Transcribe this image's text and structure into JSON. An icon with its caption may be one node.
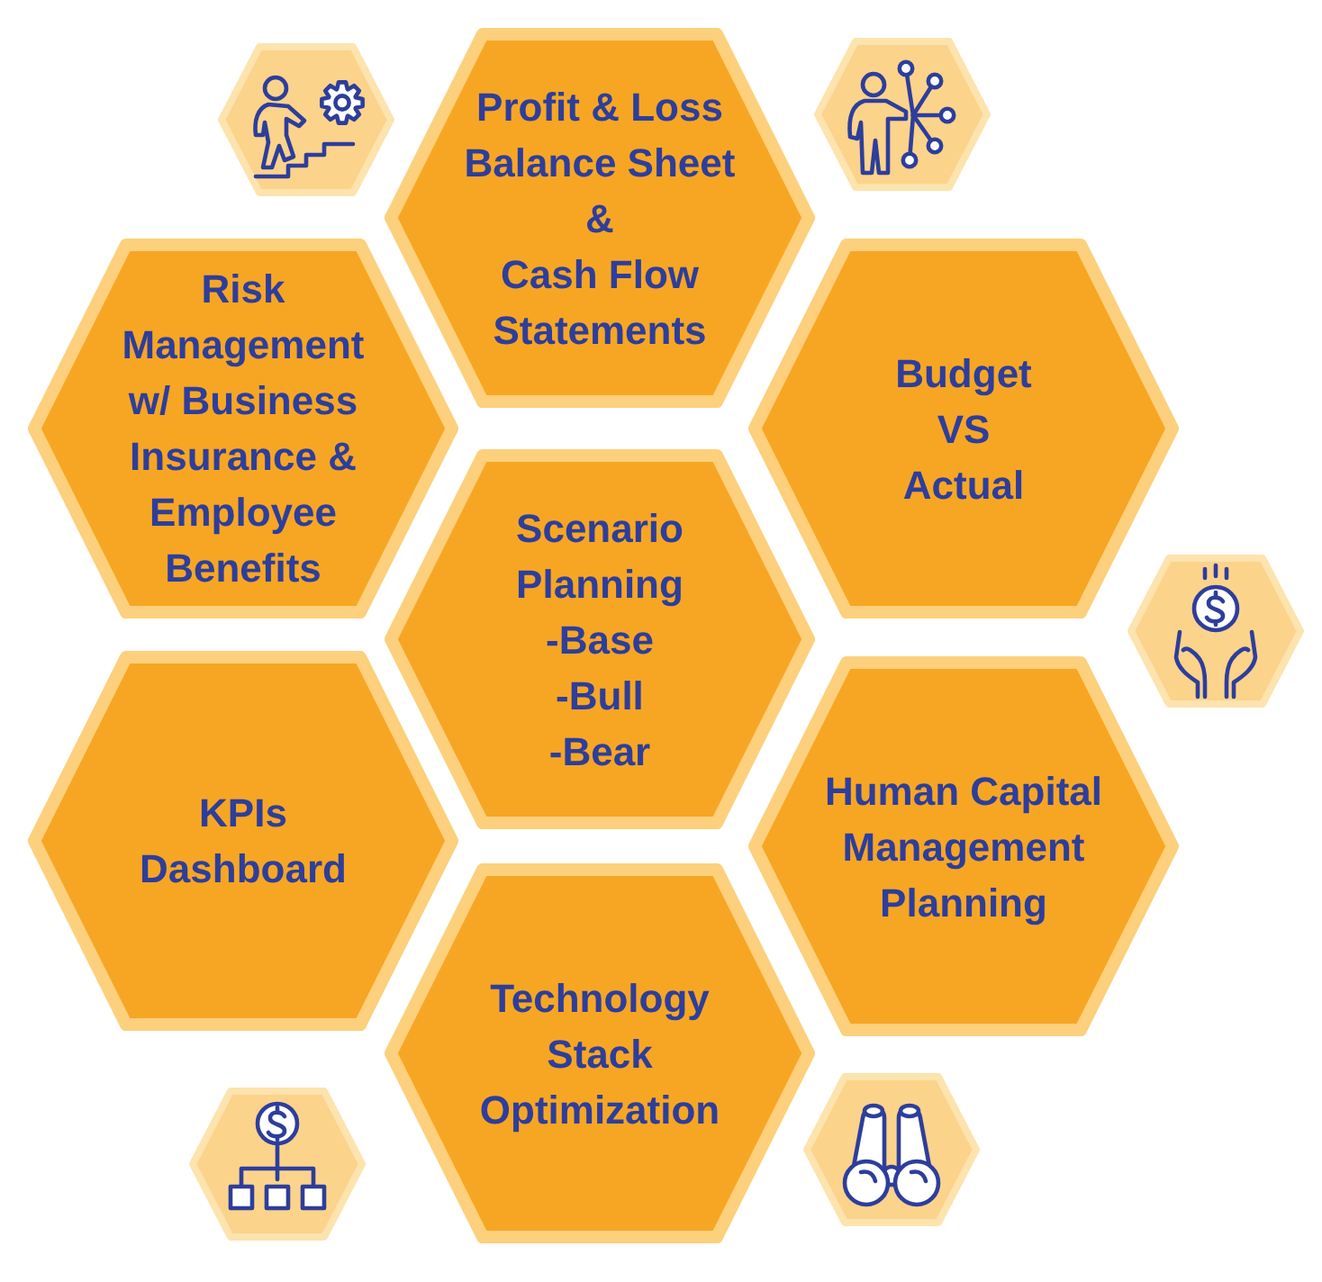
{
  "diagram": {
    "nodes": [
      {
        "text": [],
        "shape": "picture"
      },
      {
        "text": [
          "Profit & Loss",
          "Balance Sheet",
          "&",
          "Cash Flow Statements"
        ]
      },
      {
        "text": [],
        "shape": "picture"
      },
      {
        "text": [
          "Risk Management w/ Business Insurance & Employee Benefits"
        ]
      },
      {
        "text": [
          "Budget VS Actual"
        ]
      },
      {
        "text": [
          "Scenario Planning",
          "-Base",
          "-Bull",
          "-Bear"
        ]
      },
      {
        "text": [],
        "shape": "picture"
      },
      {
        "text": [
          "KPIs Dashboard"
        ]
      },
      {
        "text": [
          "Human Capital Management Planning"
        ]
      },
      {
        "text": [],
        "shape": "picture"
      },
      {
        "text": [
          "Technology Stack Optimization"
        ]
      },
      {
        "text": [],
        "shape": "picture"
      }
    ]
  }
}
